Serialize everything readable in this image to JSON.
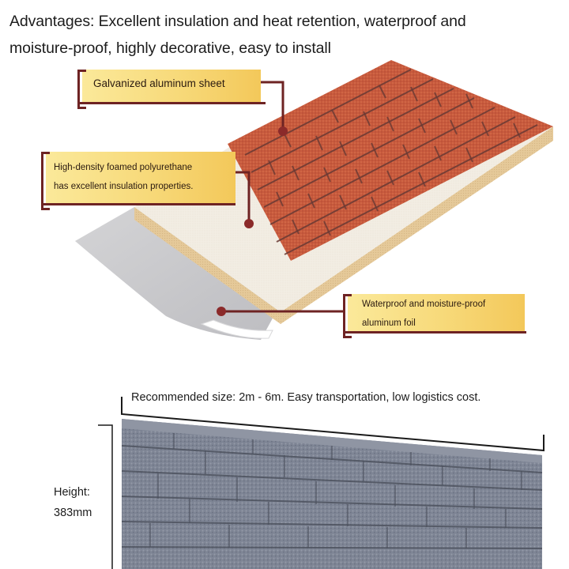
{
  "headline": {
    "line1": "Advantages: Excellent insulation and heat retention, waterproof and",
    "line2": "moisture-proof, highly decorative, easy to install"
  },
  "callouts": {
    "sheet": {
      "text": "Galvanized aluminum sheet"
    },
    "foam": {
      "line1": "High-density foamed polyurethane",
      "line2": "has excellent insulation properties."
    },
    "foil": {
      "line1": "Waterproof and moisture-proof",
      "line2": "aluminum foil"
    }
  },
  "dimensions": {
    "length_caption": "Recommended size: 2m - 6m. Easy transportation, low logistics cost.",
    "height_label": "Height:",
    "height_value": "383mm"
  },
  "colors": {
    "brick": "#c4553a",
    "mortar": "#6a3a34",
    "foam_top": "#f3eee4",
    "foam_side": "#e6c99a",
    "foil": "#c9c9cc",
    "callout_bg": "#f7d979",
    "callout_border": "#6e2323",
    "panel_grey": "#7d8494"
  }
}
